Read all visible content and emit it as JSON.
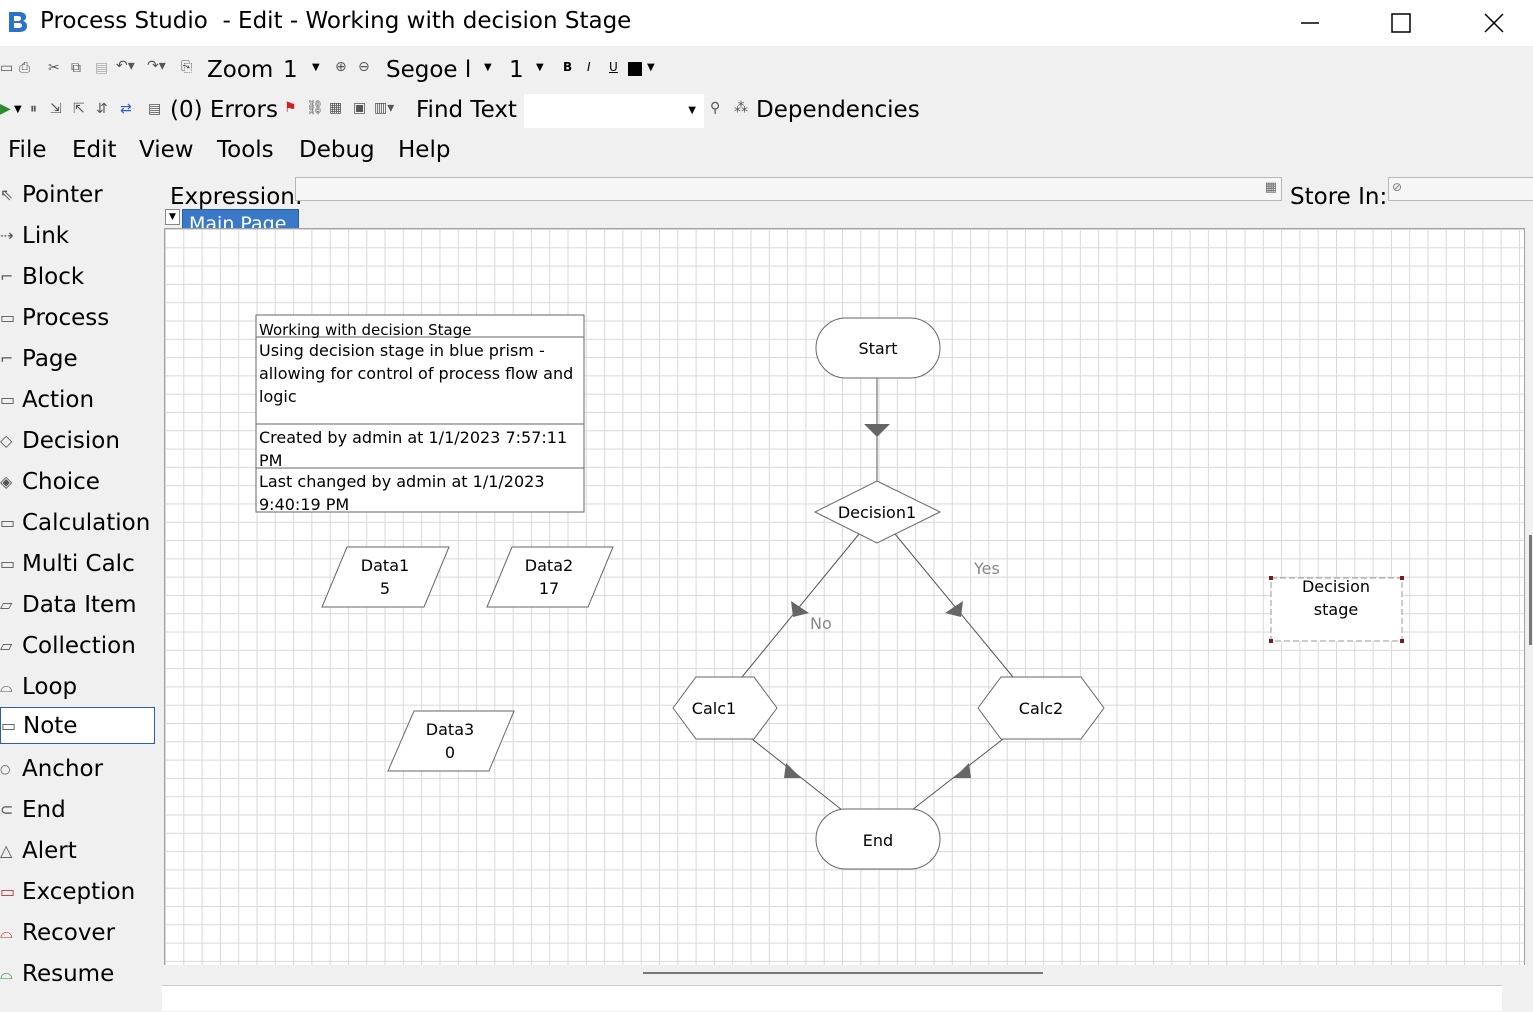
{
  "window": {
    "title": "Process Studio  - Edit - Working with decision Stage",
    "minimize_icon": "minimize-icon",
    "maximize_icon": "maximize-icon",
    "close_icon": "close-icon"
  },
  "toolbar1": {
    "zoom_label": "Zoom",
    "zoom_value": "1",
    "font_name": "Segoe l",
    "font_size": "1",
    "bold": "B",
    "italic": "I",
    "underline": "U"
  },
  "toolbar2": {
    "errors": "(0) Errors",
    "find_text_label": "Find Text",
    "find_text_value": "",
    "dependencies": "Dependencies"
  },
  "menu": [
    "File",
    "Edit",
    "View",
    "Tools",
    "Debug",
    "Help"
  ],
  "toolbox": [
    {
      "label": "Pointer",
      "icon": "pointer-icon"
    },
    {
      "label": "Link",
      "icon": "link-icon"
    },
    {
      "label": "Block",
      "icon": "block-icon"
    },
    {
      "label": "Process",
      "icon": "process-icon"
    },
    {
      "label": "Page",
      "icon": "page-icon"
    },
    {
      "label": "Action",
      "icon": "action-icon"
    },
    {
      "label": "Decision",
      "icon": "decision-icon"
    },
    {
      "label": "Choice",
      "icon": "choice-icon"
    },
    {
      "label": "Calculation",
      "icon": "calculation-icon"
    },
    {
      "label": "Multi Calc",
      "icon": "multi-calc-icon"
    },
    {
      "label": "Data Item",
      "icon": "data-item-icon"
    },
    {
      "label": "Collection",
      "icon": "collection-icon"
    },
    {
      "label": "Loop",
      "icon": "loop-icon"
    },
    {
      "label": "Note",
      "icon": "note-icon"
    },
    {
      "label": "Anchor",
      "icon": "anchor-icon"
    },
    {
      "label": "End",
      "icon": "end-icon"
    },
    {
      "label": "Alert",
      "icon": "alert-icon"
    },
    {
      "label": "Exception",
      "icon": "exception-icon"
    },
    {
      "label": "Recover",
      "icon": "recover-icon"
    },
    {
      "label": "Resume",
      "icon": "resume-icon"
    }
  ],
  "selected_tool": "Note",
  "expression_bar": {
    "expression_label": "Expression:",
    "expression_value": "",
    "store_in_label": "Store In:",
    "store_in_value": ""
  },
  "page_tab": "Main Page",
  "diagram": {
    "info_box": {
      "title": "Working with decision Stage",
      "description": "Using decision stage in blue prism - allowing for control of process flow and logic",
      "created": "Created by admin at 1/1/2023 7:57:11 PM",
      "changed": "Last changed by admin at 1/1/2023 9:40:19 PM"
    },
    "data_items": [
      {
        "name": "Data1",
        "value": "5"
      },
      {
        "name": "Data2",
        "value": "17"
      },
      {
        "name": "Data3",
        "value": "0"
      }
    ],
    "start": "Start",
    "decision": "Decision1",
    "yes_label": "Yes",
    "no_label": "No",
    "calc1": "Calc1",
    "calc2": "Calc2",
    "end": "End",
    "note_line1": "Decision",
    "note_line2": "stage"
  }
}
